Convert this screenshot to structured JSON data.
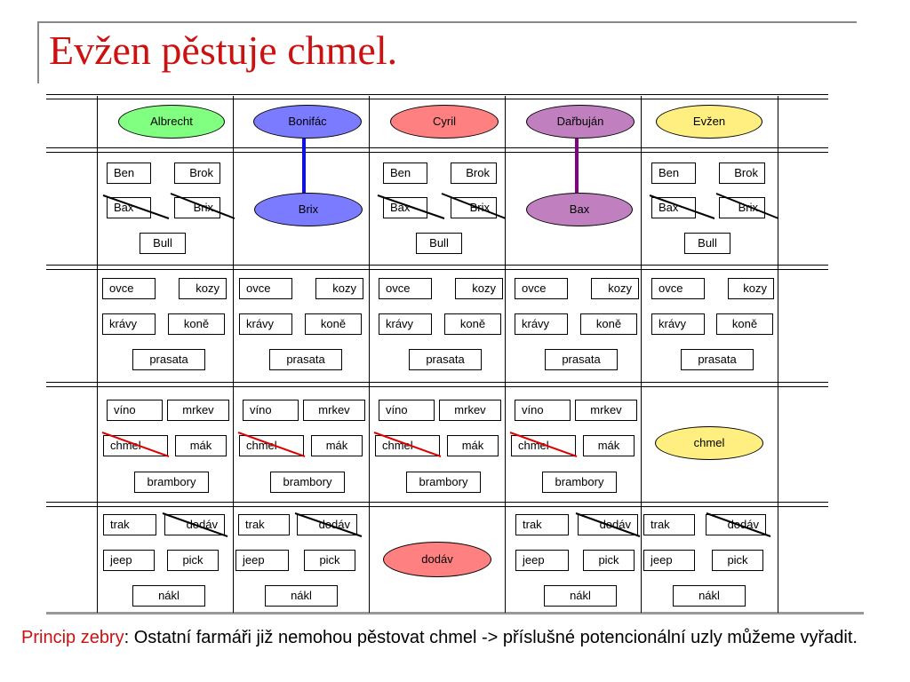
{
  "title": "Evžen pěstuje chmel.",
  "farmers": [
    {
      "name": "Albrecht",
      "color": "#80ff80"
    },
    {
      "name": "Bonifác",
      "color": "#7b7bff"
    },
    {
      "name": "Cyril",
      "color": "#ff8080"
    },
    {
      "name": "Dařbuján",
      "color": "#c080c0"
    },
    {
      "name": "Evžen",
      "color": "#ffee80"
    }
  ],
  "dogs": {
    "ben": "Ben",
    "brok": "Brok",
    "bax": "Bax",
    "brix": "Brix",
    "bull": "Bull"
  },
  "animals": {
    "ovce": "ovce",
    "kozy": "kozy",
    "kravy": "krávy",
    "kone": "koně",
    "prasata": "prasata"
  },
  "crops": {
    "vino": "víno",
    "mrkev": "mrkev",
    "chmel": "chmel",
    "mak": "mák",
    "brambory": "brambory"
  },
  "vehicles": {
    "trak": "trak",
    "dodav": "dodáv",
    "jeep": "jeep",
    "pick": "pick",
    "nakl": "nákl"
  },
  "fixed": {
    "bonifac_dog": "Brix",
    "darbujan_dog": "Bax",
    "evzen_crop": "chmel",
    "cyril_vehicle": "dodáv"
  },
  "colors": {
    "title": "#cc1111",
    "strike_black": "#000000",
    "strike_red": "#dd0000",
    "bonifac_link": "#1010e0",
    "darbujan_link": "#800080"
  },
  "footer": {
    "term": "Princip zebry",
    "text": ": Ostatní farmáři již nemohou pěstovat chmel -> příslušné potencionální uzly můžeme vyřadit."
  }
}
